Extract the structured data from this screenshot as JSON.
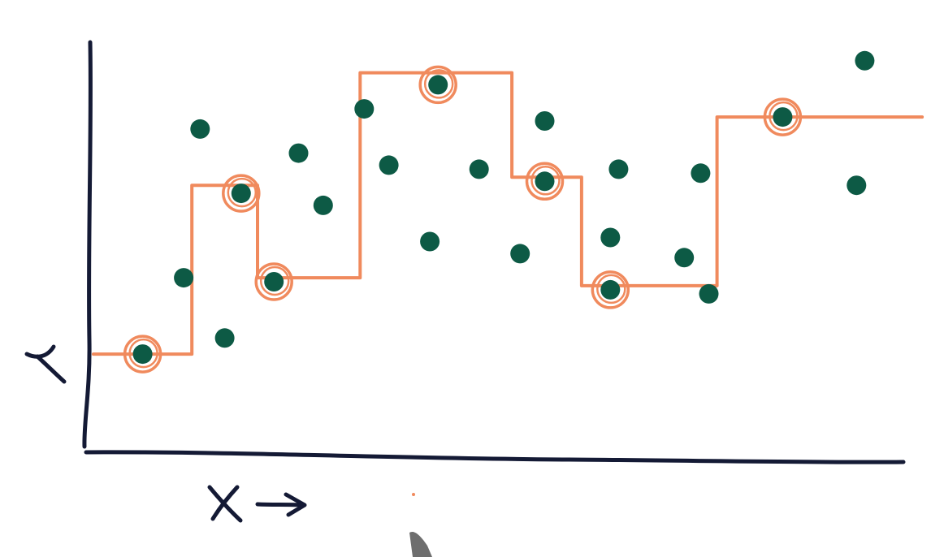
{
  "colors": {
    "point": "#0d5a45",
    "step": "#f08a5d",
    "axis": "#141a35"
  },
  "chart_data": {
    "type": "scatter",
    "title": "",
    "xlabel": "X",
    "ylabel": "Y",
    "xlim": [
      0,
      10
    ],
    "ylim": [
      0,
      10
    ],
    "grid": false,
    "points": [
      {
        "x": 0.6,
        "y": 2.2,
        "highlighted": true
      },
      {
        "x": 1.1,
        "y": 4.1,
        "highlighted": false
      },
      {
        "x": 1.3,
        "y": 7.8,
        "highlighted": false
      },
      {
        "x": 1.6,
        "y": 2.6,
        "highlighted": false
      },
      {
        "x": 1.8,
        "y": 6.2,
        "highlighted": true
      },
      {
        "x": 2.2,
        "y": 4.0,
        "highlighted": true
      },
      {
        "x": 2.5,
        "y": 7.2,
        "highlighted": false
      },
      {
        "x": 2.8,
        "y": 5.9,
        "highlighted": false
      },
      {
        "x": 3.3,
        "y": 8.3,
        "highlighted": false
      },
      {
        "x": 3.6,
        "y": 6.9,
        "highlighted": false
      },
      {
        "x": 4.1,
        "y": 5.0,
        "highlighted": false
      },
      {
        "x": 4.2,
        "y": 8.9,
        "highlighted": true
      },
      {
        "x": 4.7,
        "y": 6.8,
        "highlighted": false
      },
      {
        "x": 5.2,
        "y": 4.7,
        "highlighted": false
      },
      {
        "x": 5.5,
        "y": 8.0,
        "highlighted": false
      },
      {
        "x": 5.5,
        "y": 6.5,
        "highlighted": true
      },
      {
        "x": 6.3,
        "y": 5.1,
        "highlighted": false
      },
      {
        "x": 6.3,
        "y": 3.8,
        "highlighted": true
      },
      {
        "x": 6.4,
        "y": 6.8,
        "highlighted": false
      },
      {
        "x": 7.2,
        "y": 4.6,
        "highlighted": false
      },
      {
        "x": 7.4,
        "y": 6.7,
        "highlighted": false
      },
      {
        "x": 7.5,
        "y": 3.7,
        "highlighted": false
      },
      {
        "x": 8.4,
        "y": 8.1,
        "highlighted": true
      },
      {
        "x": 9.3,
        "y": 6.4,
        "highlighted": false
      },
      {
        "x": 9.4,
        "y": 9.5,
        "highlighted": false
      }
    ],
    "step_function": [
      {
        "x": 0.0,
        "y": 2.2
      },
      {
        "x": 1.2,
        "y": 2.2
      },
      {
        "x": 1.2,
        "y": 6.4
      },
      {
        "x": 2.0,
        "y": 6.4
      },
      {
        "x": 2.0,
        "y": 4.1
      },
      {
        "x": 3.25,
        "y": 4.1
      },
      {
        "x": 3.25,
        "y": 9.2
      },
      {
        "x": 5.1,
        "y": 9.2
      },
      {
        "x": 5.1,
        "y": 6.6
      },
      {
        "x": 5.95,
        "y": 6.6
      },
      {
        "x": 5.95,
        "y": 3.9
      },
      {
        "x": 7.6,
        "y": 3.9
      },
      {
        "x": 7.6,
        "y": 8.1
      },
      {
        "x": 10.1,
        "y": 8.1
      }
    ]
  }
}
